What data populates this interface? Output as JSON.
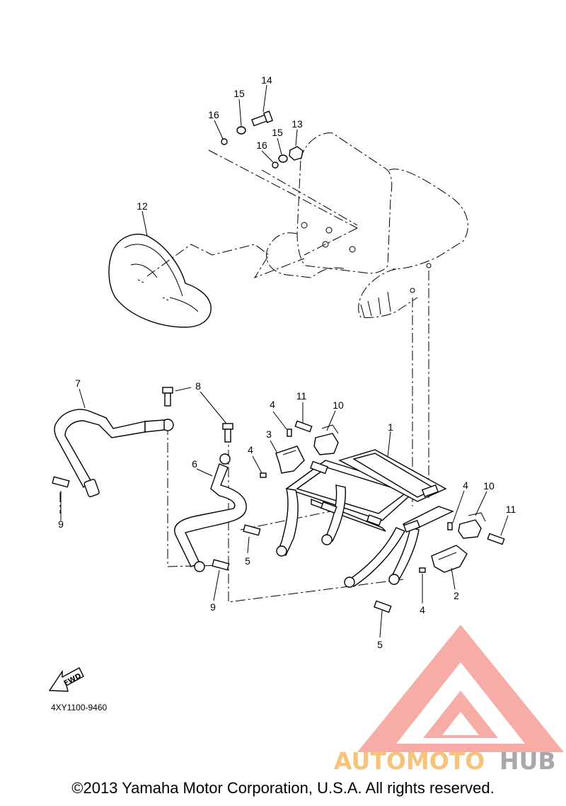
{
  "callouts": {
    "c1": "1",
    "c2": "2",
    "c3": "3",
    "c4": "4",
    "c5": "5",
    "c6": "6",
    "c7": "7",
    "c8": "8",
    "c9": "9",
    "c10": "10",
    "c11": "11",
    "c12": "12",
    "c13": "13",
    "c14": "14",
    "c15": "15",
    "c16": "16"
  },
  "fwd_label": "FWD",
  "diagram_code": "4XY1100-9460",
  "copyright": "©2013 Yamaha Motor Corporation, U.S.A. All rights reserved.",
  "watermark": {
    "text_orange": "AUTOMOTO",
    "text_gray": "HUB",
    "color_orange": "#f7c27a",
    "color_gray": "#a8a8a8",
    "color_triangle": "#f6a39b"
  }
}
